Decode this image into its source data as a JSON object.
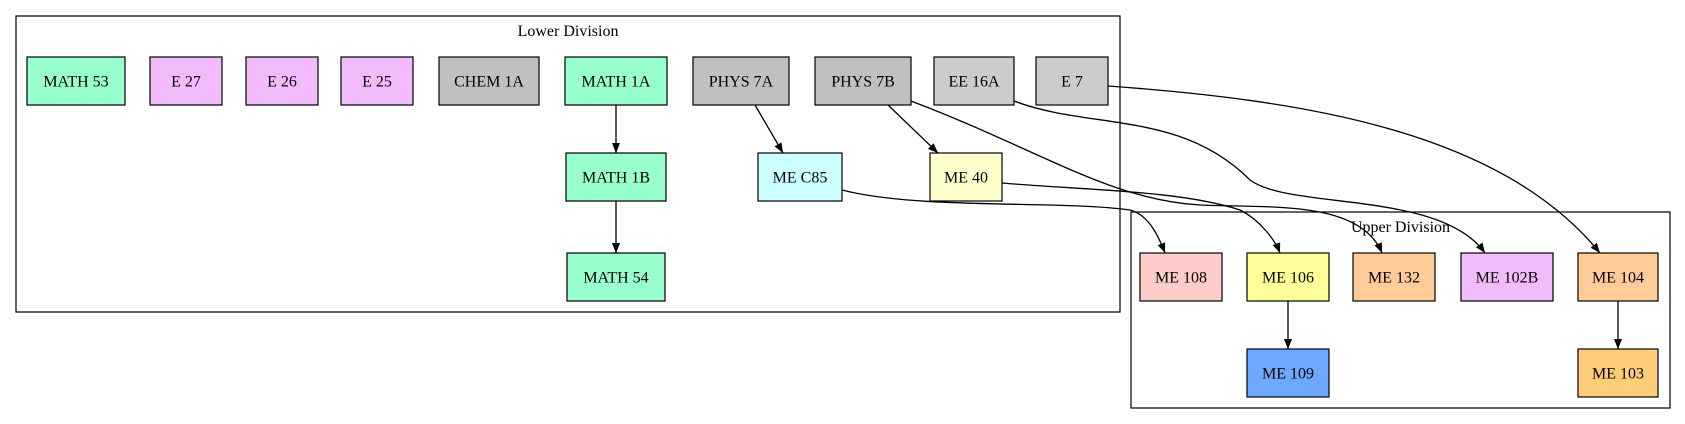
{
  "clusters": [
    {
      "id": "lower",
      "label": "Lower Division"
    },
    {
      "id": "upper",
      "label": "Upper Division"
    }
  ],
  "nodes": [
    {
      "id": "math53",
      "label": "MATH 53",
      "fill": "#99ffcc",
      "cluster": "lower"
    },
    {
      "id": "e27",
      "label": "E 27",
      "fill": "#f2bbfc",
      "cluster": "lower"
    },
    {
      "id": "e26",
      "label": "E 26",
      "fill": "#f2bbfc",
      "cluster": "lower"
    },
    {
      "id": "e25",
      "label": "E 25",
      "fill": "#f2bbfc",
      "cluster": "lower"
    },
    {
      "id": "chem1a",
      "label": "CHEM 1A",
      "fill": "#c0c0c0",
      "cluster": "lower"
    },
    {
      "id": "math1a",
      "label": "MATH 1A",
      "fill": "#99ffcc",
      "cluster": "lower"
    },
    {
      "id": "phys7a",
      "label": "PHYS 7A",
      "fill": "#c0c0c0",
      "cluster": "lower"
    },
    {
      "id": "phys7b",
      "label": "PHYS 7B",
      "fill": "#c0c0c0",
      "cluster": "lower"
    },
    {
      "id": "ee16a",
      "label": "EE 16A",
      "fill": "#cccccc",
      "cluster": "lower"
    },
    {
      "id": "e7",
      "label": "E 7",
      "fill": "#cccccc",
      "cluster": "lower"
    },
    {
      "id": "math1b",
      "label": "MATH 1B",
      "fill": "#99ffcc",
      "cluster": "lower"
    },
    {
      "id": "mec85",
      "label": "ME C85",
      "fill": "#ccffff",
      "cluster": "lower"
    },
    {
      "id": "me40",
      "label": "ME 40",
      "fill": "#ffffcc",
      "cluster": "lower"
    },
    {
      "id": "math54",
      "label": "MATH 54",
      "fill": "#99ffcc",
      "cluster": "lower"
    },
    {
      "id": "me108",
      "label": "ME 108",
      "fill": "#ffcccc",
      "cluster": "upper"
    },
    {
      "id": "me106",
      "label": "ME 106",
      "fill": "#ffff99",
      "cluster": "upper"
    },
    {
      "id": "me132",
      "label": "ME 132",
      "fill": "#ffcc99",
      "cluster": "upper"
    },
    {
      "id": "me102b",
      "label": "ME 102B",
      "fill": "#f2bbfc",
      "cluster": "upper"
    },
    {
      "id": "me104",
      "label": "ME 104",
      "fill": "#ffcc99",
      "cluster": "upper"
    },
    {
      "id": "me109",
      "label": "ME 109",
      "fill": "#6fa8ff",
      "cluster": "upper"
    },
    {
      "id": "me103",
      "label": "ME 103",
      "fill": "#ffcc77",
      "cluster": "upper"
    }
  ],
  "edges": [
    {
      "from": "math1a",
      "to": "math1b"
    },
    {
      "from": "math1b",
      "to": "math54"
    },
    {
      "from": "phys7a",
      "to": "mec85"
    },
    {
      "from": "phys7b",
      "to": "me40"
    },
    {
      "from": "phys7b",
      "to": "me132"
    },
    {
      "from": "ee16a",
      "to": "me102b"
    },
    {
      "from": "e7",
      "to": "me104"
    },
    {
      "from": "mec85",
      "to": "me108"
    },
    {
      "from": "me40",
      "to": "me106"
    },
    {
      "from": "me106",
      "to": "me109"
    },
    {
      "from": "me104",
      "to": "me103"
    }
  ]
}
